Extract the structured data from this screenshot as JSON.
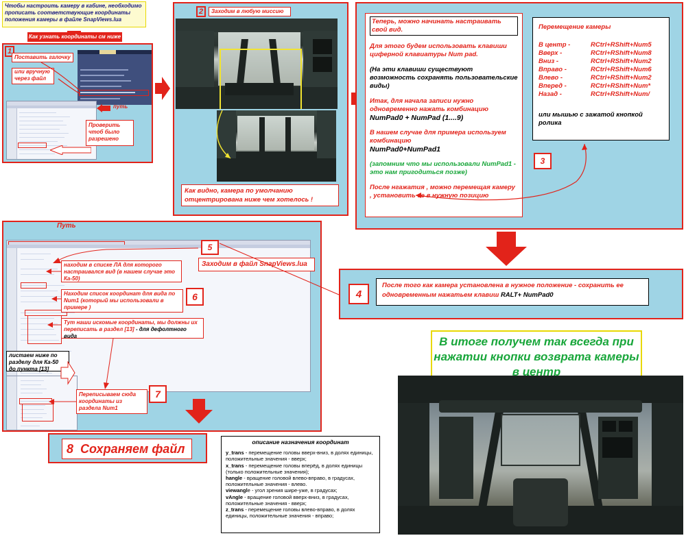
{
  "note_top": "Чтобы настроить камеру в кабине, необходимо прописать соответствующие координаты положения камеры в файле SnapViews.lua",
  "see_below": "Как узнать координаты см ниже",
  "panel1": {
    "number": "1",
    "checkbox_label": "Поставить галочку",
    "manual_label": "или вручную через файл",
    "path_label": "путь",
    "verify_label": "Проверить чтоб было разрешено"
  },
  "panel2": {
    "number": "2",
    "title": "Заходим в любую миссию",
    "caption": "Как видно, камера по умолчанию отцентрирована ниже чем хотелось !"
  },
  "panel3": {
    "number": "3",
    "text_title": "Теперь, можно начинать настраивать свой вид.",
    "para1": "Для этого будем использовать клавиши циферной клавиатуры Num pad.",
    "para2": "(На эти клавиши существуют возможность сохранять пользовательские виды)",
    "para3": "Итак, для начала записи нужно одновременно нажать комбинацию",
    "combo1": "NumPad0 + NumPad (1....9)",
    "para4": "В нашем случае для примера используем комбинацию",
    "combo2": "NumPad0+NumPad1",
    "green_note": "(запомним что мы использовали NumPad1 - это нам пригодиться позже)",
    "para5": "После нгажатия , можно перемещая камеру , установить ее в нужную позицию",
    "move_title": "Перемещение камеры",
    "moves": [
      {
        "label": "В центр -",
        "keys": "RCtrl+RShift+Num5"
      },
      {
        "label": "Вверх -",
        "keys": "RCtrl+RShift+Num8"
      },
      {
        "label": "Вниз -",
        "keys": "RCtrl+RShift+Num2"
      },
      {
        "label": "Вправо -",
        "keys": "RCtrl+RShift+Num6"
      },
      {
        "label": "Влево -",
        "keys": "RCtrl+RShift+Num2"
      },
      {
        "label": "Вперед -",
        "keys": "RCtrl+RShift+Num*"
      },
      {
        "label": "Назад -",
        "keys": "RCtrl+RShift+Num/"
      }
    ],
    "mouse_note": "или мышью с зажатой кнопкой ролика"
  },
  "panel4": {
    "number": "4",
    "text": "После того как камера установлена в нужное положение - сохранить ее одновременным нажатьем клавиш",
    "keys": "RALT+ NumPad0"
  },
  "panel5": {
    "path_label": "Путь",
    "number5": "5",
    "step5": "Заходим в файл SnapViews.lua",
    "find_la": "находим в списке ЛА для которого настраивался вид (в нашем случае это Ка-50)",
    "number6": "6",
    "find_list": "Находим список координат для вида по Num1 (который мы использовали в примере )",
    "coords_note": "Тут наши искомые координаты, мы должны их переписать в раздел [13]",
    "coords_note2": "- для дефолтного вида",
    "scroll_note": "листаем ниже по разделу для Ка-50 до пункта [13]",
    "number7": "7",
    "rewrite_note": "Переписываем сюда координаты из раздела Num1"
  },
  "step8": {
    "number": "8",
    "text": "Сохраняем файл"
  },
  "result": "В итоге получем так всегда при нажатии кнопки возврата камеры в центр",
  "coord_desc": {
    "title": "описание назначения координат",
    "items": [
      {
        "key": "y_trans",
        "text": " - перемещение головы вверх-вниз, в долях единицы, положительные значения - вверх;"
      },
      {
        "key": "x_trans",
        "text": " - перемещение головы вперёд, в долях единицы (только положительные значения);"
      },
      {
        "key": "hangle",
        "text": " - вращение головой влево-вправо, в градусах, положительные значения - влево."
      },
      {
        "key": "viewangl",
        "text": "e - угол зрения шире-уже, в градусах;"
      },
      {
        "key": "vAngle",
        "text": " - вращение головой вверх-вниз, в градусах, положительные значения - вверх;"
      },
      {
        "key": "z_trans",
        "text": " - перемещение головы влево-вправо, в долях единицы, положительные значения - вправо;"
      }
    ]
  },
  "colors": {
    "accent_red": "#e2231a",
    "panel_blue": "#9fd4e5",
    "result_green": "#18a63a",
    "note_yellow": "#fdfbd0"
  }
}
